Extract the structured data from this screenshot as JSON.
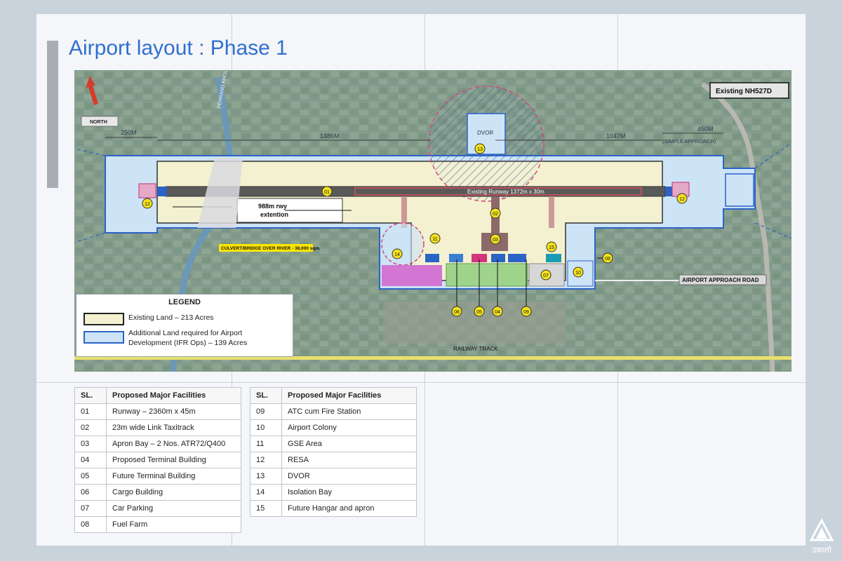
{
  "title": "Airport layout : Phase 1",
  "map": {
    "north_label": "NORTH",
    "highway_label": "Existing NH527D",
    "river_label": "PEHRANG KHOLA",
    "dim_250": "250M",
    "dim_1486": "1486M",
    "dim_1047": "1047M",
    "dim_450": "450M",
    "simple_approach": "(SIMPLE APPROACH)",
    "runway_label": "Existing Runway 1372m x 30m",
    "extension_label": "988m rwy",
    "extension_label2": "extention",
    "culvert_label": "CULVERT/BRIDGE OVER RIVER - 38,000 sqm.",
    "dvor_label": "DVOR",
    "approach_road_label": "AIRPORT APPROACH ROAD",
    "railway_label": "RAILWAY TRACK",
    "markers": {
      "m01": "01",
      "m02": "02",
      "m03": "03",
      "m04": "04",
      "m05": "05",
      "m06": "06",
      "m07": "07",
      "m08": "08",
      "m09": "09",
      "m10": "10",
      "m11": "11",
      "m12a": "12",
      "m12b": "12",
      "m13": "13",
      "m14": "14",
      "m15": "15"
    }
  },
  "legend": {
    "title": "LEGEND",
    "existing": "Existing Land – 213 Acres",
    "additional": "Additional Land required for Airport Development (IFR Ops) – 139 Acres",
    "existing_fill": "#f3f1cf",
    "additional_fill": "#cde3f6",
    "additional_border": "#2b63c6"
  },
  "table_left": {
    "headers": [
      "SL.",
      "Proposed Major Facilities"
    ],
    "rows": [
      [
        "01",
        "Runway – 2360m x 45m"
      ],
      [
        "02",
        "23m wide Link Taxitrack"
      ],
      [
        "03",
        "Apron Bay – 2 Nos. ATR72/Q400"
      ],
      [
        "04",
        "Proposed Terminal Building"
      ],
      [
        "05",
        "Future Terminal Building"
      ],
      [
        "06",
        "Cargo Building"
      ],
      [
        "07",
        "Car Parking"
      ],
      [
        "08",
        "Fuel Farm"
      ]
    ]
  },
  "table_right": {
    "headers": [
      "SL.",
      "Proposed Major Facilities"
    ],
    "rows": [
      [
        "09",
        "ATC cum Fire Station"
      ],
      [
        "10",
        "Airport Colony"
      ],
      [
        "11",
        "GSE Area"
      ],
      [
        "12",
        "RESA"
      ],
      [
        "13",
        "DVOR"
      ],
      [
        "14",
        "Isolation Bay"
      ],
      [
        "15",
        "Future Hangar and apron"
      ]
    ]
  },
  "logo_text": "उकालो",
  "colors": {
    "title": "#2f6fd0",
    "marker_fill": "#f4e21a",
    "runway": "#595959",
    "boundary": "#2b63c6"
  }
}
